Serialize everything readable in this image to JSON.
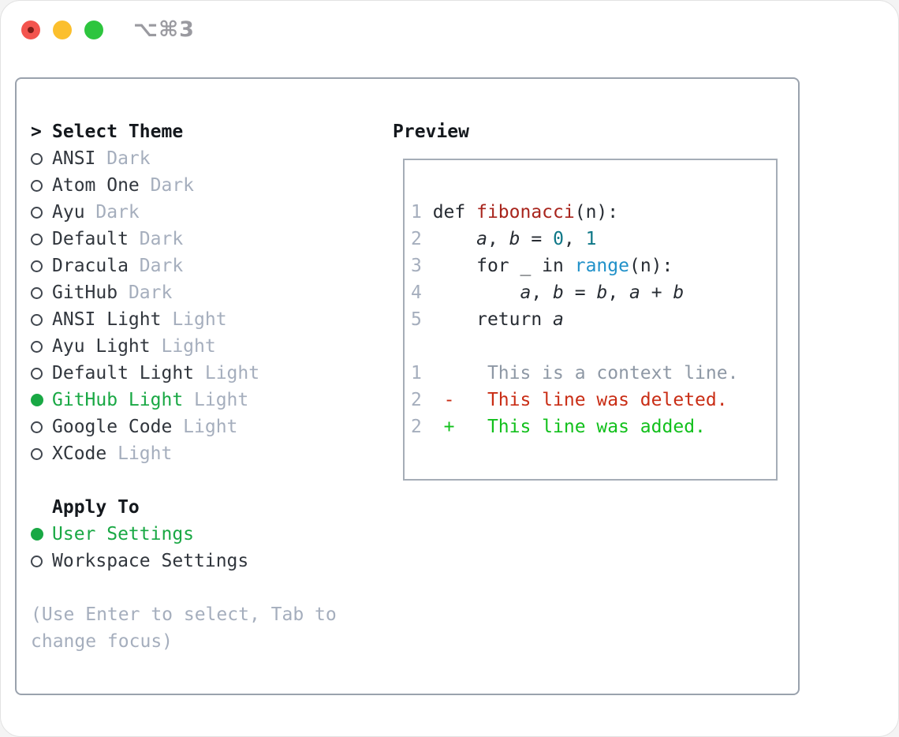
{
  "window": {
    "title": "⌥⌘3",
    "traffic_lights": [
      {
        "name": "close",
        "has_modified_dot": true
      },
      {
        "name": "minimize",
        "has_modified_dot": false
      },
      {
        "name": "zoom",
        "has_modified_dot": false
      }
    ]
  },
  "theme_selector": {
    "focus_indicator": ">",
    "header": "Select Theme",
    "items": [
      {
        "name": "ANSI",
        "variant": "Dark",
        "selected": false
      },
      {
        "name": "Atom One",
        "variant": "Dark",
        "selected": false
      },
      {
        "name": "Ayu",
        "variant": "Dark",
        "selected": false
      },
      {
        "name": "Default",
        "variant": "Dark",
        "selected": false
      },
      {
        "name": "Dracula",
        "variant": "Dark",
        "selected": false
      },
      {
        "name": "GitHub",
        "variant": "Dark",
        "selected": false
      },
      {
        "name": "ANSI Light",
        "variant": "Light",
        "selected": false
      },
      {
        "name": "Ayu Light",
        "variant": "Light",
        "selected": false
      },
      {
        "name": "Default Light",
        "variant": "Light",
        "selected": false
      },
      {
        "name": "GitHub Light",
        "variant": "Light",
        "selected": true
      },
      {
        "name": "Google Code",
        "variant": "Light",
        "selected": false
      },
      {
        "name": "XCode",
        "variant": "Light",
        "selected": false
      }
    ]
  },
  "apply_to": {
    "header": "Apply To",
    "options": [
      {
        "label": "User Settings",
        "selected": true
      },
      {
        "label": "Workspace Settings",
        "selected": false
      }
    ]
  },
  "help": {
    "line1": "(Use Enter to select, Tab to",
    "line2": "change focus)"
  },
  "preview": {
    "header": "Preview",
    "lines": [
      {
        "num": "1",
        "segments": [
          {
            "t": "def ",
            "s": "k"
          },
          {
            "t": "fibonacci",
            "s": "fn"
          },
          {
            "t": "(n):",
            "s": "k"
          }
        ]
      },
      {
        "num": "2",
        "segments": [
          {
            "t": "    ",
            "s": "k"
          },
          {
            "t": "a",
            "s": "v"
          },
          {
            "t": ", ",
            "s": "k"
          },
          {
            "t": "b",
            "s": "v"
          },
          {
            "t": " = ",
            "s": "k"
          },
          {
            "t": "0",
            "s": "n"
          },
          {
            "t": ", ",
            "s": "k"
          },
          {
            "t": "1",
            "s": "n"
          }
        ]
      },
      {
        "num": "3",
        "segments": [
          {
            "t": "    for _ in ",
            "s": "k"
          },
          {
            "t": "range",
            "s": "b"
          },
          {
            "t": "(n):",
            "s": "k"
          }
        ]
      },
      {
        "num": "4",
        "segments": [
          {
            "t": "        ",
            "s": "k"
          },
          {
            "t": "a",
            "s": "v"
          },
          {
            "t": ", ",
            "s": "k"
          },
          {
            "t": "b",
            "s": "v"
          },
          {
            "t": " = ",
            "s": "k"
          },
          {
            "t": "b",
            "s": "v"
          },
          {
            "t": ", ",
            "s": "k"
          },
          {
            "t": "a",
            "s": "v"
          },
          {
            "t": " + ",
            "s": "k"
          },
          {
            "t": "b",
            "s": "v"
          }
        ]
      },
      {
        "num": "5",
        "segments": [
          {
            "t": "    return ",
            "s": "k"
          },
          {
            "t": "a",
            "s": "v"
          }
        ]
      },
      {
        "num": "",
        "segments": []
      },
      {
        "num": "1",
        "segments": [
          {
            "t": "     This is a context line.",
            "s": "c"
          }
        ]
      },
      {
        "num": "2",
        "segments": [
          {
            "t": " ",
            "s": "k"
          },
          {
            "t": "-   This line was deleted.",
            "s": "d"
          }
        ]
      },
      {
        "num": "2",
        "segments": [
          {
            "t": " ",
            "s": "k"
          },
          {
            "t": "+   This line was added.",
            "s": "a"
          }
        ]
      }
    ]
  },
  "colors": {
    "accent_green": "#19a844",
    "added_green": "#12c01c",
    "deleted_red": "#c92d15",
    "func_red": "#a8241c",
    "number_teal": "#0e7787",
    "builtin_blue": "#2191c9",
    "code_dark": "#272c33",
    "text_dark": "#31363d",
    "header_black": "#14181d",
    "muted": "#a5aebd",
    "context_gray": "#8e98a5",
    "border_gray": "#9aa2ad",
    "preview_border": "#a5adb7",
    "radio_outline": "#41474f",
    "traffic_red": "#f3544e",
    "traffic_red_dot": "#7e1d18",
    "traffic_yellow": "#fbbf2d",
    "traffic_green": "#2dc53e",
    "title_gray": "#9a9aa0"
  }
}
